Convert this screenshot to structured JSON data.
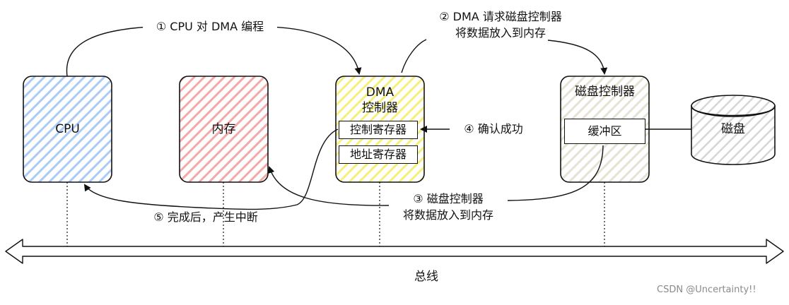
{
  "nodes": {
    "cpu": "CPU",
    "memory": "内存",
    "dma_title": "DMA",
    "dma_subtitle": "控制器",
    "dma_reg_control": "控制寄存器",
    "dma_reg_address": "地址寄存器",
    "disk_controller": "磁盘控制器",
    "buffer": "缓冲区",
    "disk": "磁盘"
  },
  "steps": {
    "step1": "① CPU 对 DMA 编程",
    "step2_line1": "② DMA 请求磁盘控制器",
    "step2_line2": "将数据放入到内存",
    "step3_line1": "③ 磁盘控制器",
    "step3_line2": "将数据放入到内存",
    "step4": "④ 确认成功",
    "step5": "⑤ 完成后，产生中断"
  },
  "bus": {
    "label": "总线"
  },
  "watermark": "CSDN @Uncertainty!!",
  "colors": {
    "cpu_fill": "#a9cbf5",
    "memory_fill": "#f4a9a9",
    "dma_fill": "#f5f07a",
    "controller_fill": "#e6e2d4",
    "disk_fill": "#d6d6d6"
  }
}
